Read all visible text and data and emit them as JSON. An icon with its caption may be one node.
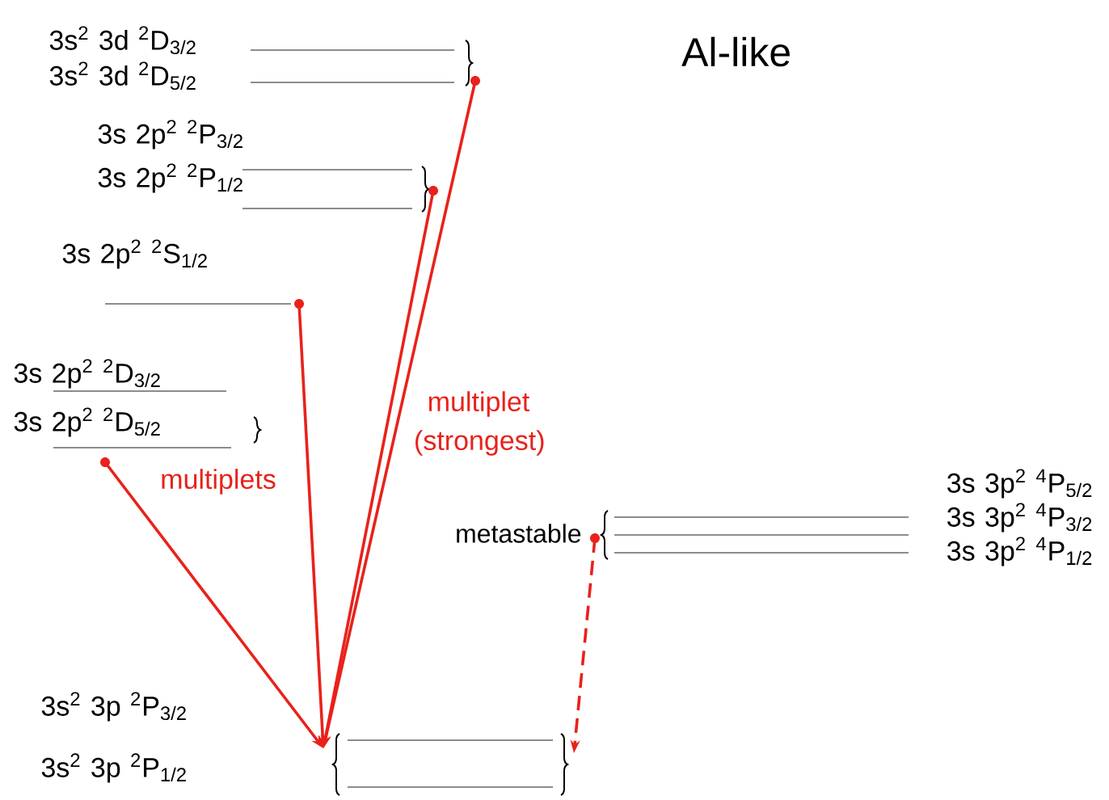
{
  "diagram": {
    "title": "Al-like",
    "nodes": [
      {
        "text": [
          "3s$^{2}$ 3p $^{2}$P$_{3/2}$",
          "3s$^{2}$ 3p $^{2}$P$_{1/2}$"
        ]
      },
      {
        "text": [
          "3s$^{2}$ 3d $^{2}$D$_{3/2}$",
          "3s$^{2}$ 3d $^{2}$D$_{5/2}$"
        ]
      },
      {
        "text": [
          "3s 2p$^{2}$ $^{2}$P$_{3/2}$",
          "3s 2p$^{2}$ $^{2}$P$_{1/2}$"
        ]
      },
      {
        "text": [
          "3s 2p$^{2}$ $^{2}$S$_{1/2}$"
        ]
      },
      {
        "text": [
          "3s 2p$^{2}$ $^{2}$D$_{3/2}$",
          "3s 2p$^{2}$ $^{2}$D$_{5/2}$"
        ]
      },
      {
        "text": [
          "3s 3p$^{2}$ $^{4}$P$_{5/2}$",
          "3s 3p$^{2}$ $^{4}$P$_{3/2}$",
          "3s 3p$^{2}$ $^{4}$P$_{1/2}$"
        ],
        "beside": [
          "metastable"
        ]
      }
    ],
    "edges": [
      {
        "from": 4,
        "to": 0,
        "arrow": "to",
        "label": "multiplets"
      },
      {
        "from": 3,
        "to": 0,
        "arrow": "to"
      },
      {
        "from": 1,
        "to": 0,
        "arrow": "to",
        "label": "multiplet (strongest)"
      },
      {
        "from": 2,
        "to": 0,
        "arrow": "to"
      },
      {
        "from": 5,
        "to": 0,
        "arrow": "to",
        "style": "dashed"
      }
    ]
  }
}
